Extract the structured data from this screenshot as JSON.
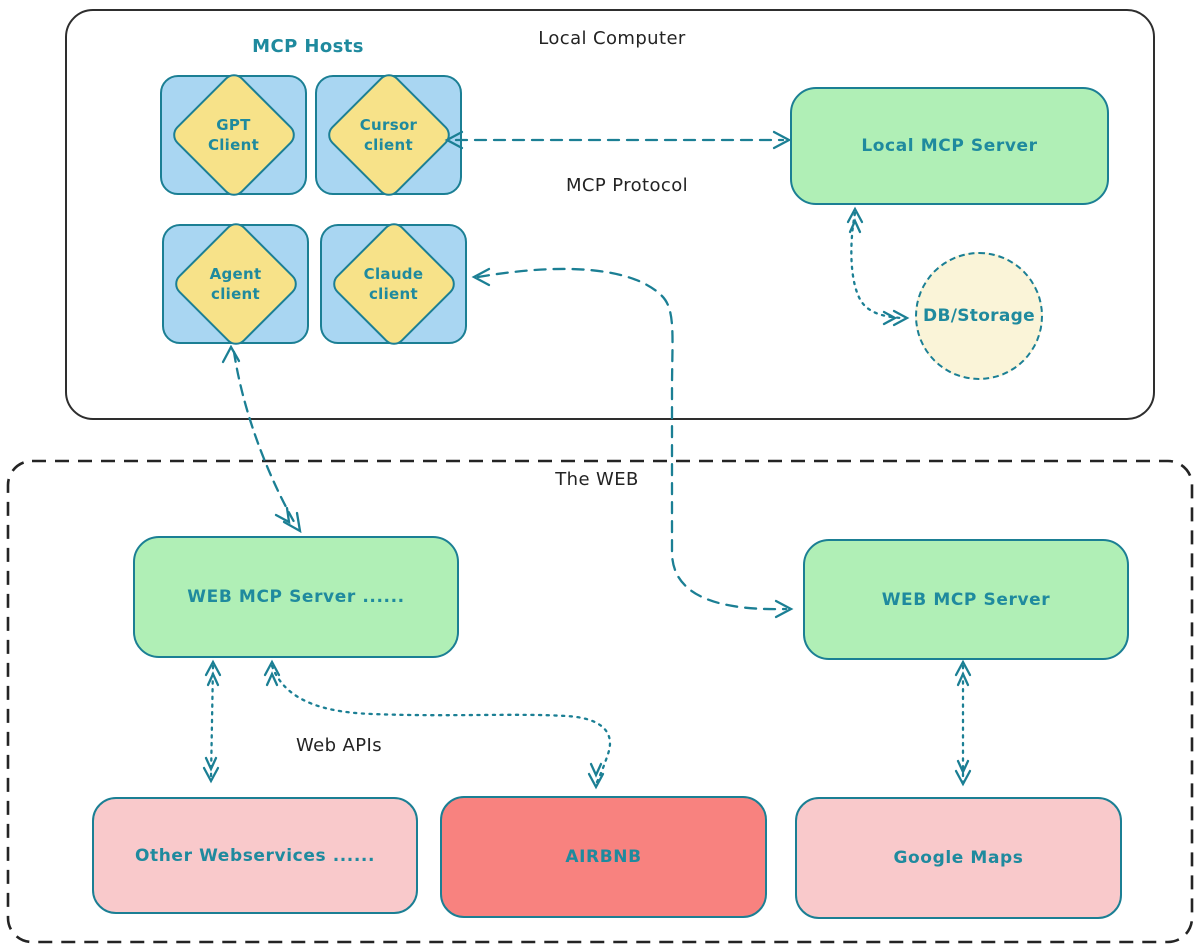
{
  "local_computer": {
    "title": "Local Computer",
    "mcp_hosts_label": "MCP Hosts",
    "mcp_protocol_label": "MCP Protocol",
    "clients": [
      {
        "id": "gpt",
        "label": "GPT\nClient"
      },
      {
        "id": "cursor",
        "label": "Cursor\nclient"
      },
      {
        "id": "agent",
        "label": "Agent\nclient"
      },
      {
        "id": "claude",
        "label": "Claude\nclient"
      }
    ],
    "local_mcp_server_label": "Local MCP Server",
    "db_storage_label": "DB/Storage"
  },
  "web": {
    "title": "The WEB",
    "web_apis_label": "Web APIs",
    "left_server_label": "WEB MCP Server ......",
    "right_server_label": "WEB MCP Server",
    "services": [
      {
        "id": "other-webservices",
        "label": "Other Webservices ......"
      },
      {
        "id": "airbnb",
        "label": "AIRBNB"
      },
      {
        "id": "google-maps",
        "label": "Google Maps"
      }
    ]
  },
  "colors": {
    "teal_border": "#1b7f94",
    "teal_text": "#1f8a9e",
    "client_fill": "#a9d6f2",
    "diamond_fill": "#f7e289",
    "server_fill": "#b0efb6",
    "db_fill": "#faf4d8",
    "service_pink": "#f9c9cb",
    "service_red": "#f8827f",
    "container_border": "#2e2e2e",
    "label_text": "#232323"
  }
}
